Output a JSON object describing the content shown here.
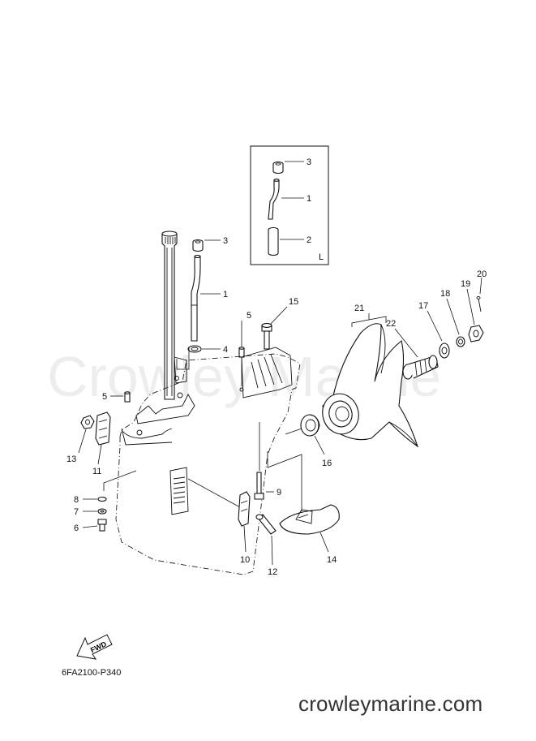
{
  "watermark": "Crowley Marine",
  "inset_label": "L",
  "fwd_label": "FWD",
  "diagram_code": "6FA2100-P340",
  "site_url": "crowleymarine.com",
  "callouts": [
    {
      "id": "inset-3",
      "text": "3"
    },
    {
      "id": "inset-1",
      "text": "1"
    },
    {
      "id": "inset-2",
      "text": "2"
    },
    {
      "id": "main-3",
      "text": "3"
    },
    {
      "id": "main-1",
      "text": "1"
    },
    {
      "id": "main-4",
      "text": "4"
    },
    {
      "id": "main-5a",
      "text": "5"
    },
    {
      "id": "main-5b",
      "text": "5"
    },
    {
      "id": "main-15",
      "text": "15"
    },
    {
      "id": "main-21",
      "text": "21"
    },
    {
      "id": "main-22",
      "text": "22"
    },
    {
      "id": "main-17",
      "text": "17"
    },
    {
      "id": "main-18",
      "text": "18"
    },
    {
      "id": "main-19",
      "text": "19"
    },
    {
      "id": "main-20",
      "text": "20"
    },
    {
      "id": "main-13",
      "text": "13"
    },
    {
      "id": "main-11",
      "text": "11"
    },
    {
      "id": "main-16",
      "text": "16"
    },
    {
      "id": "main-9",
      "text": "9"
    },
    {
      "id": "main-8",
      "text": "8"
    },
    {
      "id": "main-7",
      "text": "7"
    },
    {
      "id": "main-6",
      "text": "6"
    },
    {
      "id": "main-10",
      "text": "10"
    },
    {
      "id": "main-12",
      "text": "12"
    },
    {
      "id": "main-14",
      "text": "14"
    }
  ]
}
